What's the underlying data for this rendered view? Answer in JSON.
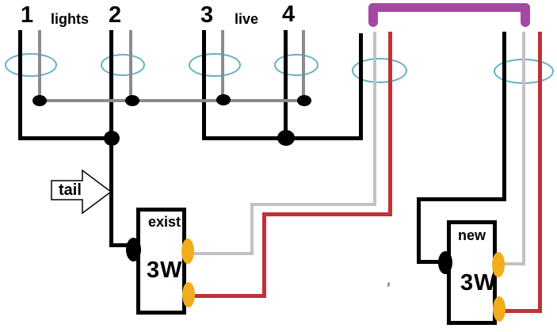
{
  "diagram": {
    "kind": "three-way-switch wiring diagram",
    "labels": {
      "light_1": "1",
      "lights_caption": "lights",
      "light_2": "2",
      "light_3": "3",
      "live_caption": "live",
      "light_4": "4",
      "tail_caption": "tail"
    },
    "switches": {
      "exist": {
        "label": "exist",
        "type": "3W"
      },
      "new": {
        "label": "new",
        "type": "3W"
      }
    },
    "colors": {
      "wire_black": "#000000",
      "wire_gray": "#8b8b8b",
      "wire_white_traveller": "#c2c2c2",
      "wire_red": "#c03138",
      "cable_purple": "#a349a4",
      "ceiling_box_outline": "#62b0c4",
      "terminal_yellow": "#f0ad1e"
    }
  }
}
